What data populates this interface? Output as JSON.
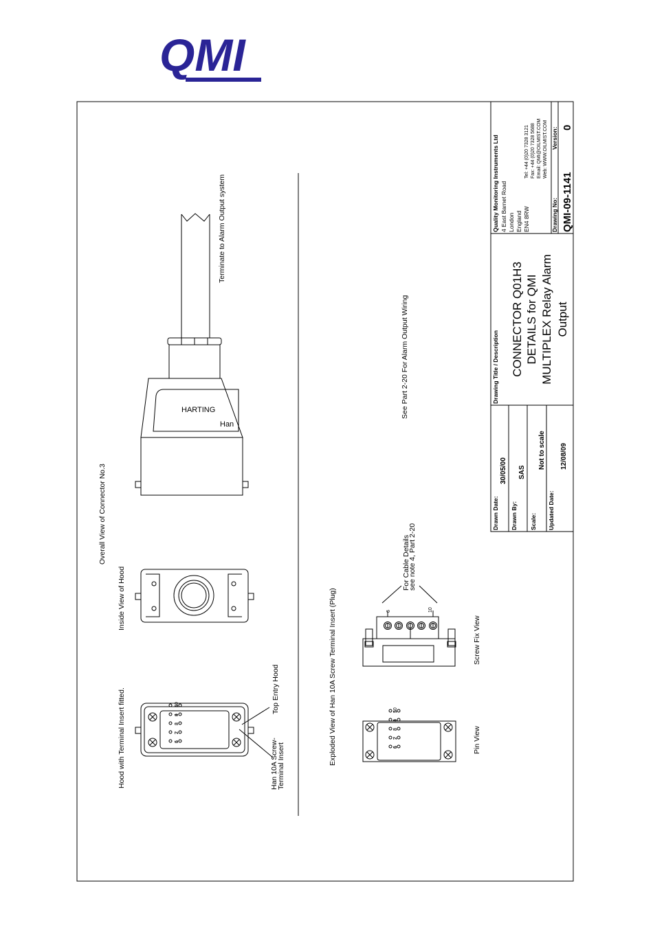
{
  "logo": {
    "text": "QMI",
    "color": "#2a2496"
  },
  "views": {
    "overall": "Overall View of Connector No.3",
    "inside_hood": "Inside View of Hood",
    "hood_with_insert": "Hood with Terminal Insert fitted.",
    "top_entry_hood": "Top Entry Hood",
    "han_screw_line1": "Han 10A Screw-",
    "han_screw_line2": "Terminal Insert",
    "exploded": "Exploded View of Han 10A Screw Terminal Insert (Plug)",
    "pin_view": "Pin View",
    "screw_fix_view": "Screw Fix View",
    "terminate": "Terminate to Alarm Output system",
    "see_part": "See Part 2-20 For Alarm Output Wiring",
    "cable_details_line1": "For Cable Details",
    "cable_details_line2": "see note 4, Part 2-20",
    "harting": "HARTING",
    "han": "Han",
    "pin_numbers_top": [
      "6",
      "7",
      "8",
      "9",
      "10"
    ],
    "pin_numbers_bottom": [
      "1",
      "2",
      "3",
      "4",
      "5"
    ],
    "screwfix_numbers": [
      "6",
      "10"
    ]
  },
  "title_block": {
    "drawn_date_label": "Drawn Date:",
    "drawn_date": "30/05/00",
    "drawn_by_label": "Drawn By:",
    "drawn_by": "SAS",
    "scale_label": "Scale:",
    "scale": "Not to scale",
    "updated_date_label": "Updated Date:",
    "updated_date": "12/08/09",
    "title_label": "Drawing Title / Description",
    "title_lines": [
      "CONNECTOR Q01H3",
      "DETAILS for QMI",
      "MULTIPLEX Relay Alarm",
      "Output"
    ],
    "company": "Quality Monitoring Instruments Ltd",
    "address": [
      "4 East Barnet Road",
      "London",
      "England",
      "EN4 8RW"
    ],
    "contact": [
      "Tel: +44 (0)20 7328 3121",
      "Fax: +44 (0)20 7328 5688",
      "Email: QMI@OILMIST.COM",
      "Web: WWW.OILMIST.COM"
    ],
    "drawing_no_label": "Drawing No:",
    "drawing_no": "QMI-09-1141",
    "version_label": "Version:",
    "version": "0"
  }
}
